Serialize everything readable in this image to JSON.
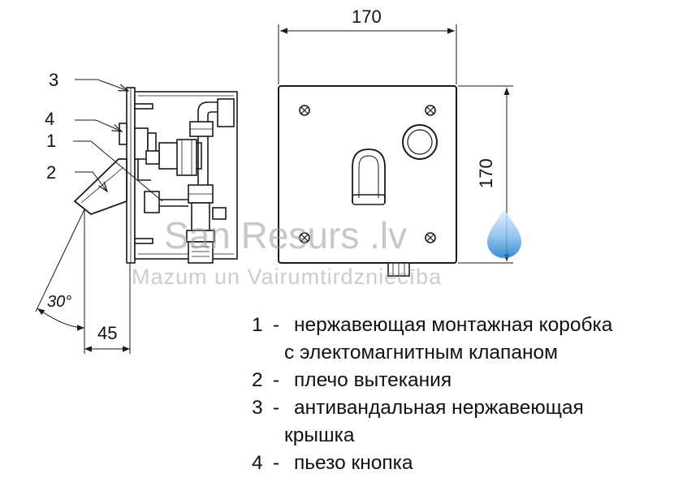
{
  "diagram": {
    "callouts": [
      "3",
      "4",
      "1",
      "2"
    ],
    "dimensions": {
      "width": "170",
      "height": "170",
      "depth": "45",
      "angle": "30°"
    },
    "watermark": {
      "brand": "San Resurs .lv",
      "tagline": "Mazum un Vairumtirdzniecība"
    },
    "legend": [
      {
        "num": "1",
        "dash": "-",
        "line1": "нержавеющая монтажная коробка",
        "line2": "с электомагнитным клапаном"
      },
      {
        "num": "2",
        "dash": "-",
        "line1": "плечо вытекания",
        "line2": ""
      },
      {
        "num": "3",
        "dash": "-",
        "line1": "антивандальная нержавеющая",
        "line2": "крышка"
      },
      {
        "num": "4",
        "dash": "-",
        "line1": "пьезо кнопка",
        "line2": ""
      }
    ],
    "colors": {
      "line": "#1a1a1a",
      "watermark": "#9a9a9a",
      "drop_light": "#cfe8ff",
      "drop_dark": "#1b78c7"
    }
  }
}
